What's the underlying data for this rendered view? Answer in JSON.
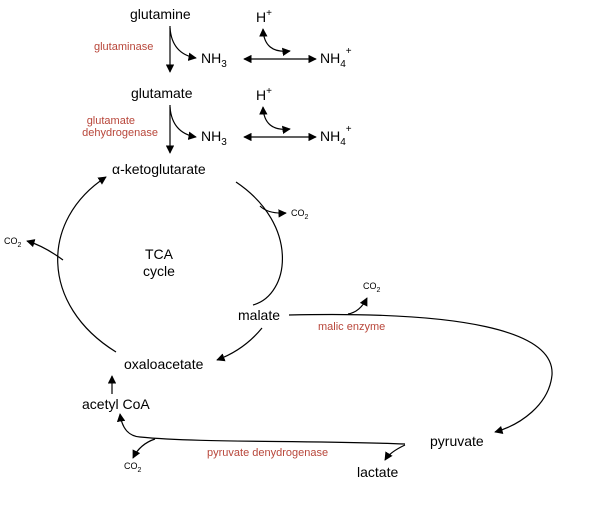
{
  "molecules": {
    "glutamine": "glutamine",
    "glutamate": "glutamate",
    "alpha_prefix": "α",
    "ketoglutarate": "-ketoglutarate",
    "malate": "malate",
    "oxaloacetate": "oxaloacetate",
    "acetyl_coa": "acetyl CoA",
    "pyruvate": "pyruvate",
    "lactate": "lactate"
  },
  "ammonia": {
    "nh": "NH",
    "sub3": "3",
    "sub4": "4",
    "h": "H",
    "plus": "+"
  },
  "co2": {
    "co": "CO",
    "sub2": "2"
  },
  "cycle": {
    "line1": "TCA",
    "line2": "cycle"
  },
  "enzymes": {
    "glutaminase": "glutaminase",
    "glutamate_dh_1": "glutamate",
    "glutamate_dh_2": "dehydrogenase",
    "malic_enzyme": "malic enzyme",
    "pyruvate_dh": "pyruvate denydrogenase"
  },
  "colors": {
    "enzyme_text": "#b8463a",
    "lines": "#000000"
  }
}
